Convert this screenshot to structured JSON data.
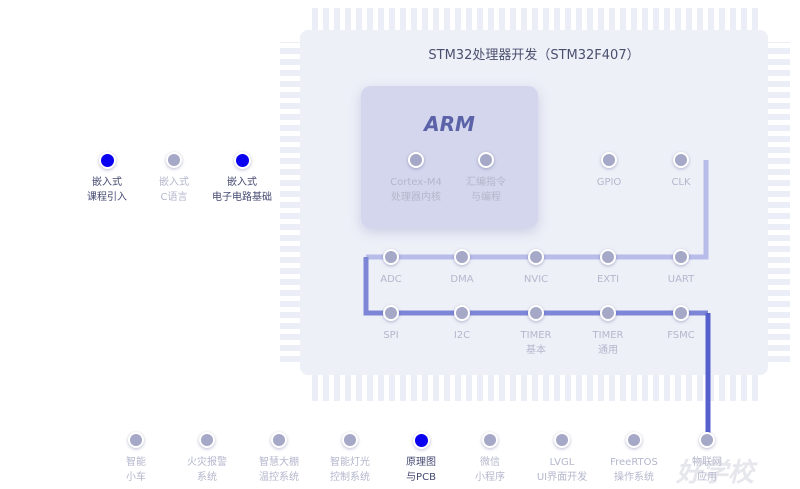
{
  "title": "STM32处理器开发（STM32F407）",
  "arm_logo": "ARM",
  "watermark": "好学校",
  "colors": {
    "active": "#0a00f0",
    "node": "#a5a8c6",
    "path": "#5560cc"
  },
  "row1": [
    {
      "l1": "嵌入式",
      "l2": "课程引入",
      "active": true
    },
    {
      "l1": "嵌入式",
      "l2": "C语言",
      "active": false
    },
    {
      "l1": "嵌入式",
      "l2": "电子电路基础",
      "active": true
    },
    {
      "l1": "Cortex-M4",
      "l2": "处理器内核",
      "active": false
    },
    {
      "l1": "汇编指令",
      "l2": "与编程",
      "active": false
    },
    {
      "l1": "GPIO",
      "l2": "",
      "active": false
    },
    {
      "l1": "CLK",
      "l2": "",
      "active": false
    }
  ],
  "row2": [
    {
      "l1": "ADC"
    },
    {
      "l1": "DMA"
    },
    {
      "l1": "NVIC"
    },
    {
      "l1": "EXTI"
    },
    {
      "l1": "UART"
    }
  ],
  "row3": [
    {
      "l1": "SPI",
      "l2": ""
    },
    {
      "l1": "I2C",
      "l2": ""
    },
    {
      "l1": "TIMER",
      "l2": "基本"
    },
    {
      "l1": "TIMER",
      "l2": "通用"
    },
    {
      "l1": "FSMC",
      "l2": ""
    }
  ],
  "row4": [
    {
      "l1": "智能",
      "l2": "小车",
      "active": false
    },
    {
      "l1": "火灾报警",
      "l2": "系统",
      "active": false
    },
    {
      "l1": "智慧大棚",
      "l2": "温控系统",
      "active": false
    },
    {
      "l1": "智能灯光",
      "l2": "控制系统",
      "active": false
    },
    {
      "l1": "原理图",
      "l2": "与PCB",
      "active": true
    },
    {
      "l1": "微信",
      "l2": "小程序",
      "active": false
    },
    {
      "l1": "LVGL",
      "l2": "UI界面开发",
      "active": false
    },
    {
      "l1": "FreeRTOS",
      "l2": "操作系统",
      "active": false
    },
    {
      "l1": "物联网",
      "l2": "应用",
      "active": false
    }
  ]
}
